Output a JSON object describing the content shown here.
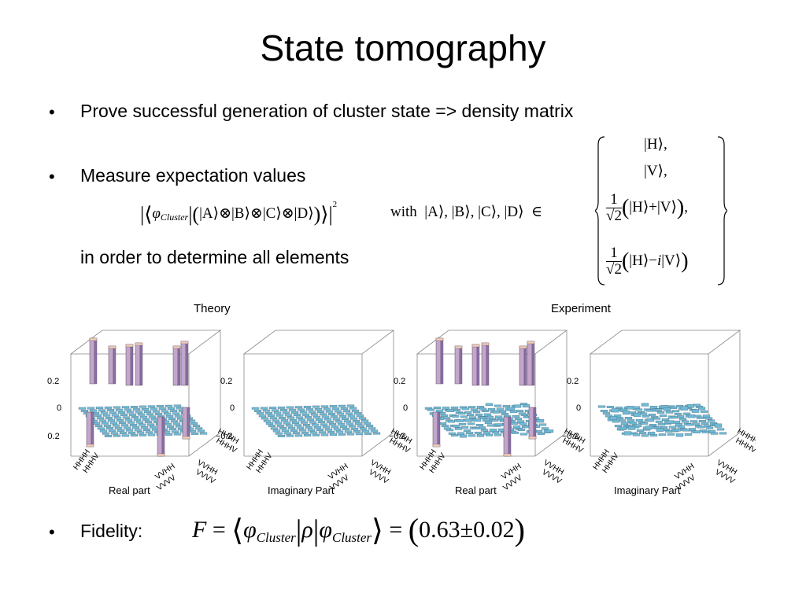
{
  "slide": {
    "title": "State tomography",
    "bullet_symbol": "•",
    "bullets": [
      {
        "text": "Prove successful generation of cluster state => density matrix"
      },
      {
        "text": "Measure expectation values"
      },
      {
        "text": "Fidelity:"
      }
    ],
    "continuation": "in order to determine all elements"
  },
  "formula": {
    "phi": "φ",
    "cluster": "Cluster",
    "basis_A": "A",
    "basis_B": "B",
    "basis_C": "C",
    "basis_D": "D",
    "tensor": "⊗",
    "exponent": "2",
    "with": "with",
    "element_of": "∈",
    "set": {
      "row1": "H",
      "row2": "V",
      "frac_num": "1",
      "sqrt2": "2",
      "plus": "+",
      "minus": "−",
      "i": "i"
    }
  },
  "fidelity": {
    "F": "F",
    "equals": "=",
    "rho": "ρ",
    "cluster": "Cluster",
    "value": "0.63",
    "pm": "±",
    "error": "0.02"
  },
  "plots": {
    "theory_label": "Theory",
    "experiment_label": "Experiment",
    "captions": [
      "Real part",
      "Imaginary Part",
      "Real part",
      "Imaginary Part"
    ],
    "z_ticks": [
      "0.2",
      "0",
      "−0.2"
    ],
    "axis_labels_back": [
      "HHHH",
      "HHHV"
    ],
    "axis_labels_front": [
      "HHHH",
      "HHHV"
    ],
    "axis_labels_mid": [
      "VVHH",
      "VVVV"
    ],
    "axis_labels_mid2": [
      "VVHH",
      "VVVV"
    ]
  },
  "colors": {
    "bar_top": "#6fb9d6",
    "bar_side": "#c2a7c9",
    "bar_front": "#8d6fa8",
    "bar_highlight": "#f3cfb6"
  }
}
